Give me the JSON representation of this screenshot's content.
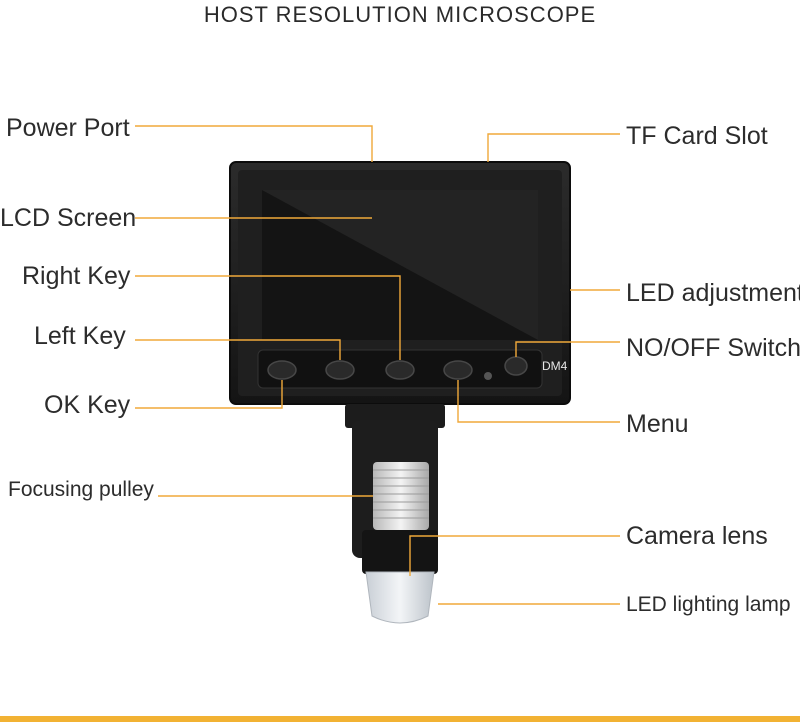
{
  "title": "HOST RESOLUTION MICROSCOPE",
  "device_badge": "DM4",
  "labels": {
    "power_port": "Power Port",
    "lcd_screen": "LCD Screen",
    "right_key": "Right Key",
    "left_key": "Left Key",
    "ok_key": "OK Key",
    "focusing_pulley": "Focusing pulley",
    "tf_card_slot": "TF Card Slot",
    "led_adjustment": "LED adjustment",
    "on_off_switch": "NO/OFF Switch",
    "menu": "Menu",
    "camera_lens": "Camera lens",
    "led_lighting_lamp": "LED lighting lamp"
  },
  "colors": {
    "leader_line": "#f0a93a",
    "accent_bar": "#f2b233",
    "device_body": "#1b1b1b",
    "screen": "#0d0d0d"
  }
}
